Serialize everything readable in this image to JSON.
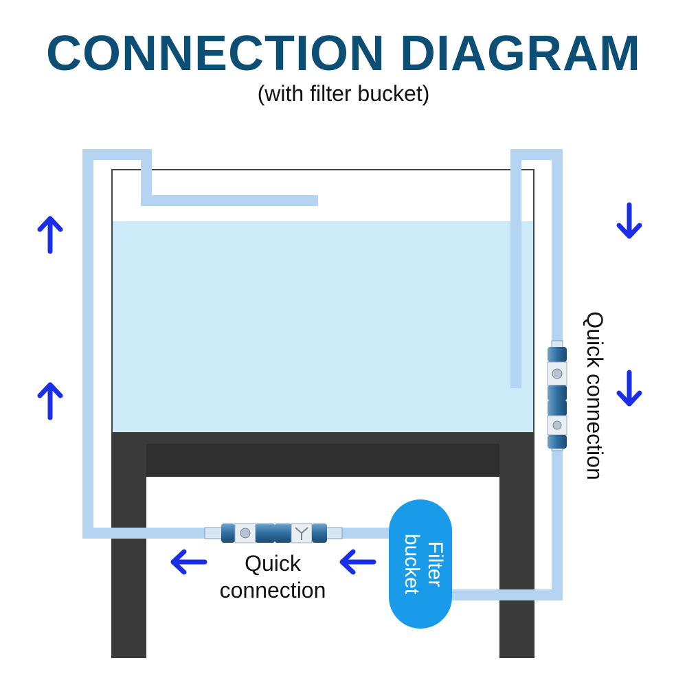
{
  "title": "CONNECTION DIAGRAM",
  "subtitle": "(with filter bucket)",
  "labels": {
    "right_connector": "Quick connection",
    "bottom_connector_line1": "Quick",
    "bottom_connector_line2": "connection",
    "filter_line1": "Filter",
    "filter_line2": "bucket"
  },
  "arrows": {
    "left": [
      "up",
      "up"
    ],
    "right": [
      "down",
      "down"
    ],
    "bottom": [
      "left",
      "left"
    ]
  },
  "colors": {
    "title": "#0d4e74",
    "arrow": "#1a2ee8",
    "water": "#cdeaf8",
    "pipe": "#b4d4f2",
    "stand": "#3a3a3a",
    "filter": "#1a9bea",
    "connector": "#2f6ea0"
  }
}
